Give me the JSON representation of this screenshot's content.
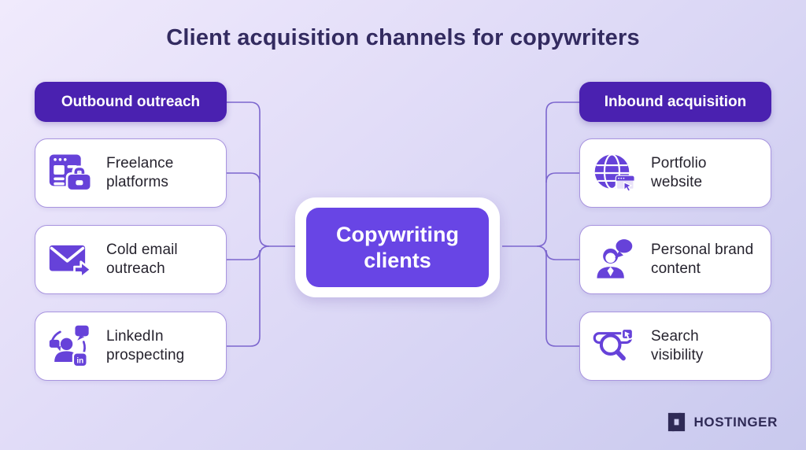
{
  "title": "Client acquisition channels for copywriters",
  "center": {
    "lines": [
      "Copywriting",
      "clients"
    ]
  },
  "left_branch": {
    "header": "Outbound outreach",
    "items": [
      {
        "icon": "freelance-platforms-icon",
        "lines": [
          "Freelance",
          "platforms"
        ]
      },
      {
        "icon": "cold-email-icon",
        "lines": [
          "Cold email",
          "outreach"
        ]
      },
      {
        "icon": "linkedin-prospecting-icon",
        "lines": [
          "LinkedIn",
          "prospecting"
        ]
      }
    ]
  },
  "right_branch": {
    "header": "Inbound acquisition",
    "items": [
      {
        "icon": "portfolio-website-icon",
        "lines": [
          "Portfolio",
          "website"
        ]
      },
      {
        "icon": "personal-brand-icon",
        "lines": [
          "Personal brand",
          "content"
        ]
      },
      {
        "icon": "search-visibility-icon",
        "lines": [
          "Search",
          "visibility"
        ]
      }
    ]
  },
  "icons": {
    "linkedin_badge": "in"
  },
  "footer": {
    "brand": "HOSTINGER"
  },
  "colors": {
    "badge": "#4A21B0",
    "center_node": "#6845E5",
    "icon_purple": "#6642D9",
    "card_border": "#A894DF",
    "connector": "#7C66CE",
    "title_text": "#332B60",
    "card_text": "#26232E",
    "brand_text": "#2F2A56"
  }
}
